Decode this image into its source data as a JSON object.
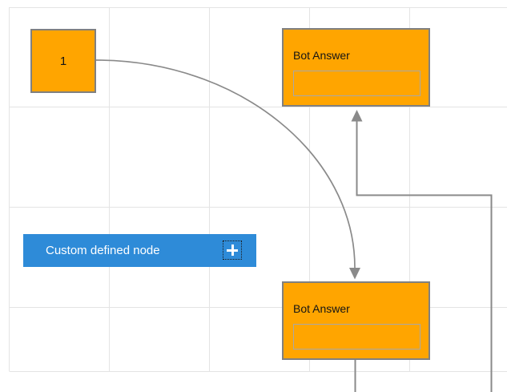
{
  "canvas": {
    "name": "diagram-canvas",
    "background": "#ffffff",
    "grid_line_color": "#e4e4e4"
  },
  "colors": {
    "node_fill": "#FFA500",
    "node_border": "#808080",
    "inner_box_border": "#a8a8a8",
    "custom_node_fill": "#2E8BD8",
    "custom_node_text": "#ffffff",
    "connector": "#8a8a8a",
    "node_label_text": "#151515"
  },
  "nodes": {
    "node1": {
      "label": "1"
    },
    "bot_answer_top": {
      "title": "Bot Answer"
    },
    "bot_answer_bottom": {
      "title": "Bot Answer"
    },
    "custom_node": {
      "label": "Custom defined node",
      "icon": "add-icon"
    }
  }
}
